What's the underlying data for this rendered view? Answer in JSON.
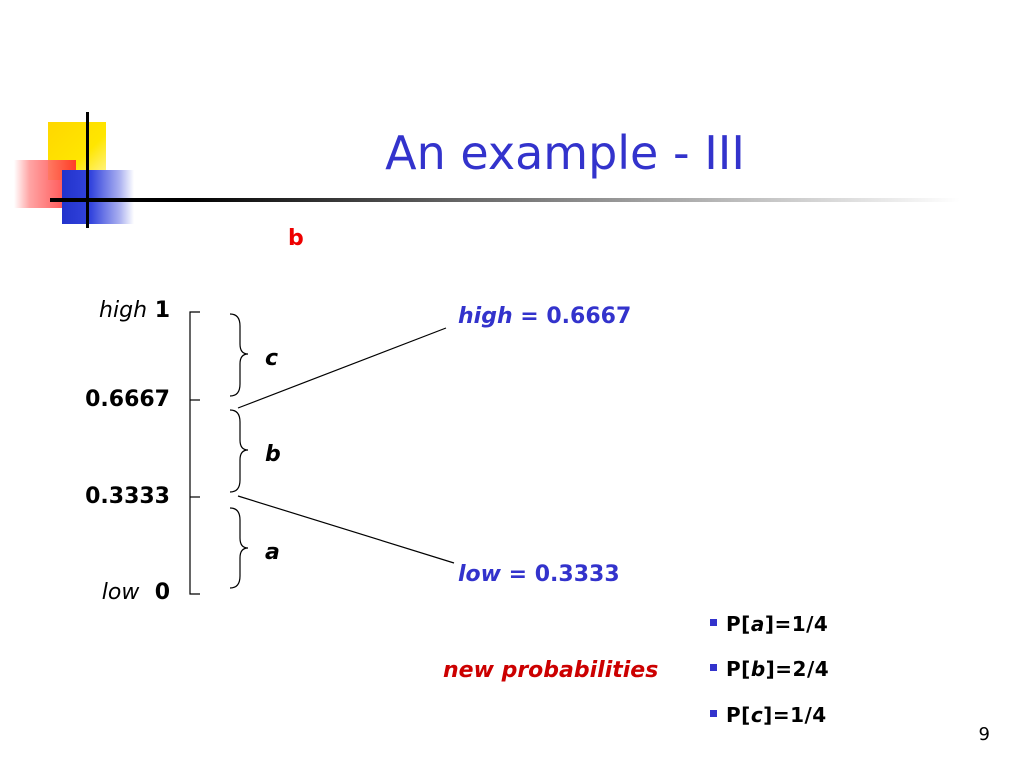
{
  "slide": {
    "title": "An example - III",
    "current_symbol": "b",
    "page_number": "9"
  },
  "interval": {
    "high_word": "high",
    "high_value": "1",
    "upper_mid": "0.6667",
    "lower_mid": "0.3333",
    "low_word": "low",
    "low_value": "0",
    "segments": {
      "c": "c",
      "b": "b",
      "a": "a"
    }
  },
  "result": {
    "high_label": "high",
    "high_value": " = 0.6667",
    "low_label": "low",
    "low_value": " = 0.3333"
  },
  "probabilities": {
    "caption": "new probabilities",
    "items": [
      {
        "prefix": "P[",
        "sym": "a",
        "suffix": "]=1/4"
      },
      {
        "prefix": "P[",
        "sym": "b",
        "suffix": "]=2/4"
      },
      {
        "prefix": "P[",
        "sym": "c",
        "suffix": "]=1/4"
      }
    ]
  },
  "colors": {
    "title": "#3333cc",
    "symbol": "#ee0000",
    "result": "#3333cc",
    "caption": "#cc0000"
  }
}
